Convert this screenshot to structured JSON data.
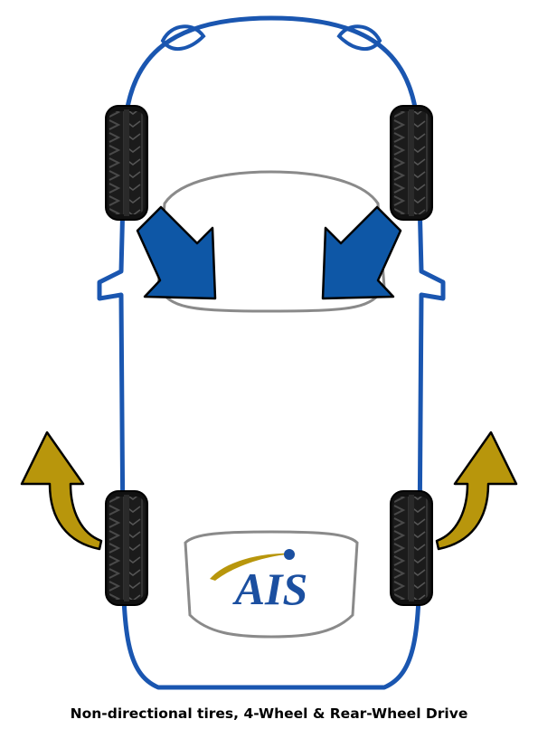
{
  "caption": "Non-directional tires, 4-Wheel & Rear-Wheel Drive",
  "logo": {
    "text": "AIS"
  },
  "colors": {
    "car_outline": "#1a56b0",
    "front_arrows": "#0e57a6",
    "rear_arrows": "#b8960c",
    "panel_outline": "#8a8a8a",
    "logo_blue": "#1b4fa0",
    "logo_gold": "#b8960c"
  },
  "tires": [
    {
      "position": "front-left"
    },
    {
      "position": "front-right"
    },
    {
      "position": "rear-left"
    },
    {
      "position": "rear-right"
    }
  ]
}
